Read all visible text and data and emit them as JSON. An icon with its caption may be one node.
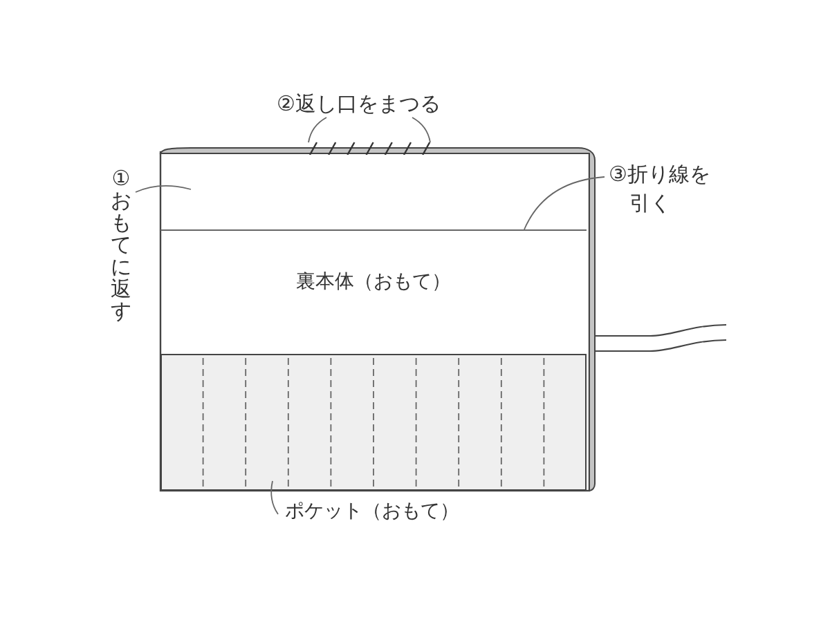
{
  "diagram": {
    "nodes": [
      {
        "text": [
          "②返し口をまつる"
        ]
      },
      {
        "text": [
          "①おもてに返す"
        ]
      },
      {
        "text": [
          "③折り線を引く"
        ]
      },
      {
        "text": [
          "裏本体（おもて）"
        ]
      },
      {
        "text": [],
        "shape": "bar",
        "in": 3
      },
      {
        "text": [],
        "shape": "line",
        "in": 3
      },
      {
        "text": [],
        "shape": "box",
        "in": 3
      },
      {
        "text": [
          "ポケット（おもて）"
        ]
      }
    ],
    "edges": [
      {
        "from": 0,
        "to": 4,
        "arrow": "none"
      },
      {
        "from": 0,
        "to": 4,
        "arrow": "none"
      },
      {
        "from": 1,
        "to": 3,
        "arrow": "none"
      },
      {
        "from": 2,
        "to": 5,
        "arrow": "none"
      },
      {
        "from": 7,
        "to": 6,
        "arrow": "none"
      }
    ]
  }
}
